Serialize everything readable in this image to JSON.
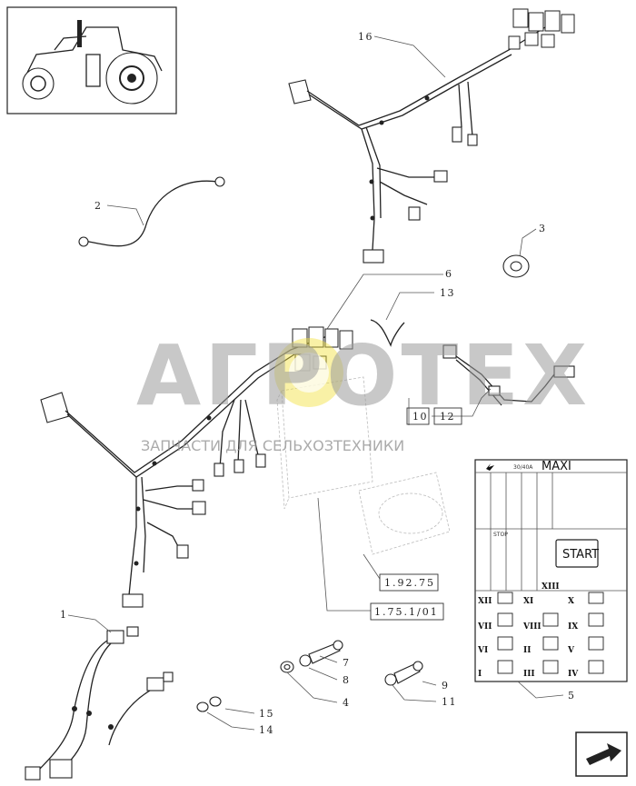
{
  "watermark": {
    "brand": "АГРОТЕХ",
    "tagline": "ЗАПЧАСТИ ДЛЯ СЕЛЬХОЗТЕХНИКИ",
    "accent": "#f2df3a"
  },
  "callouts": [
    "16",
    "2",
    "3",
    "6",
    "13",
    "10",
    "12",
    "1",
    "7",
    "8",
    "4",
    "9",
    "11",
    "15",
    "14",
    "5"
  ],
  "references": [
    "1.92.75",
    "1.75.1/01"
  ],
  "fuse_box": {
    "header": "MAXI",
    "sub_label": "30/40A",
    "start_label": "START",
    "stop_label": "STOP",
    "roman": [
      "XII",
      "XI",
      "X",
      "VII",
      "VIII",
      "IX",
      "VI",
      "II",
      "V",
      "I",
      "III",
      "IV",
      "XIII"
    ]
  },
  "colors": {
    "line": "#222222",
    "watermark": "#9a9a9a",
    "background": "#ffffff"
  },
  "icons": [
    "tractor-thumbnail-icon",
    "next-page-arrow-icon"
  ]
}
